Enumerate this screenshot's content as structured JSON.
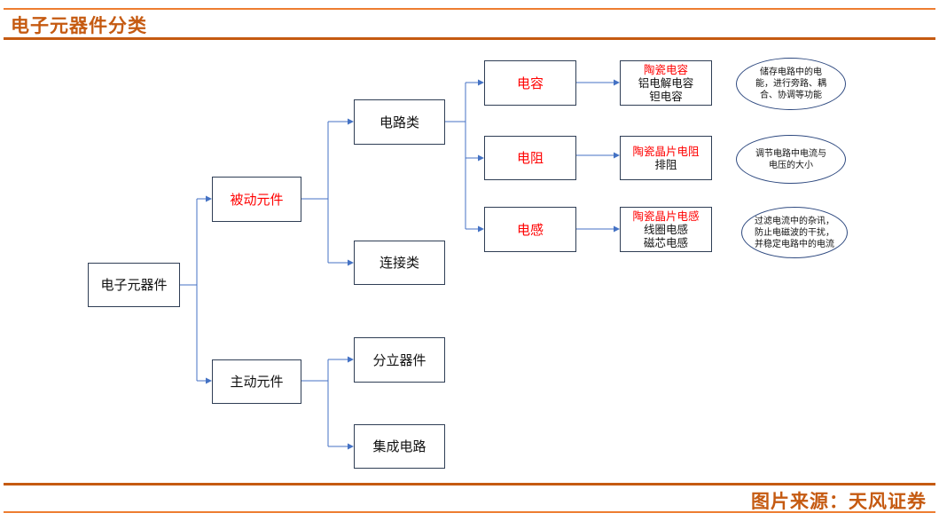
{
  "header": {
    "title": "电子元器件分类"
  },
  "footer": {
    "source": "图片来源：天风证券"
  },
  "nodes": {
    "root": "电子元器件",
    "passive": "被动元件",
    "active": "主动元件",
    "circuit": "电路类",
    "connect": "连接类",
    "discrete": "分立器件",
    "ic": "集成电路",
    "cap": "电容",
    "res": "电阻",
    "ind": "电感"
  },
  "leaves": {
    "cap": {
      "highlight": "陶瓷电容",
      "lines": [
        "铝电解电容",
        "钽电容"
      ]
    },
    "res": {
      "highlight": "陶瓷晶片电阻",
      "lines": [
        "排阻"
      ]
    },
    "ind": {
      "highlight": "陶瓷晶片电感",
      "lines": [
        "线圈电感",
        "磁芯电感"
      ]
    }
  },
  "notes": {
    "cap": "储存电路中的电能，进行旁路、耦合、协调等功能",
    "res": "调节电路中电流与电压的大小",
    "ind": "过滤电流中的杂讯，防止电磁波的干扰，并稳定电路中的电流"
  },
  "colors": {
    "accent": "#C55A11",
    "accent_light": "#ED7D31",
    "highlight": "#FF0000",
    "connector": "#4472C4"
  }
}
